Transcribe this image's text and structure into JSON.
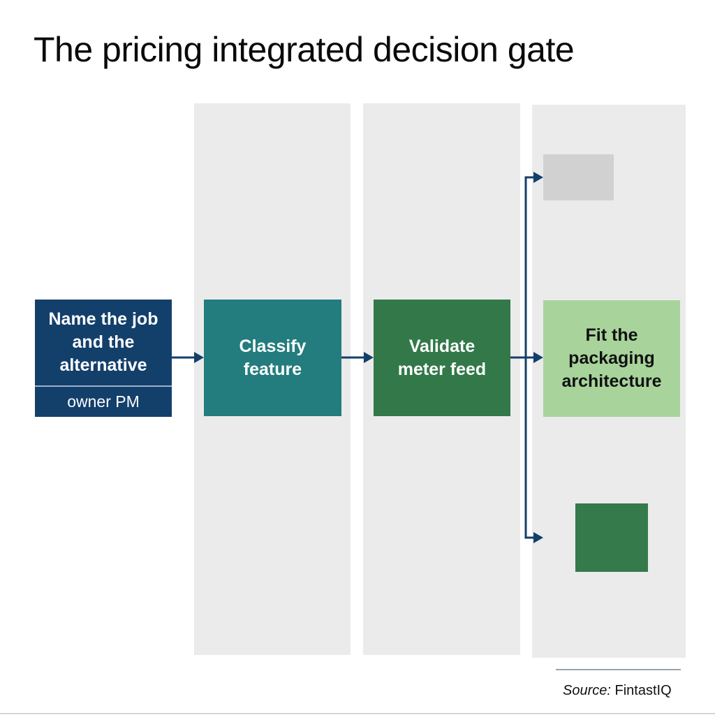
{
  "title": "The pricing integrated decision gate",
  "steps": [
    {
      "id": "step-1",
      "lines": [
        "Name the job",
        "and the",
        "alternative"
      ],
      "owner": "owner PM",
      "color": "#133f6b"
    },
    {
      "id": "step-2",
      "lines": [
        "Classify",
        "feature"
      ],
      "color": "#237c7e"
    },
    {
      "id": "step-3",
      "lines": [
        "Validate",
        "meter feed"
      ],
      "color": "#327849"
    },
    {
      "id": "step-4",
      "lines": [
        "Fit the",
        "packaging",
        "architecture"
      ],
      "color": "#a8d49b"
    }
  ],
  "branches": [
    {
      "id": "branch-top",
      "label": "",
      "color": "#d1d1d1"
    },
    {
      "id": "branch-bottom",
      "label": "",
      "color": "#357a4b"
    }
  ],
  "connector_color": "#133f6b",
  "lane_color": "#ebebeb",
  "source": {
    "label": "Source:",
    "value": "FintastIQ"
  }
}
